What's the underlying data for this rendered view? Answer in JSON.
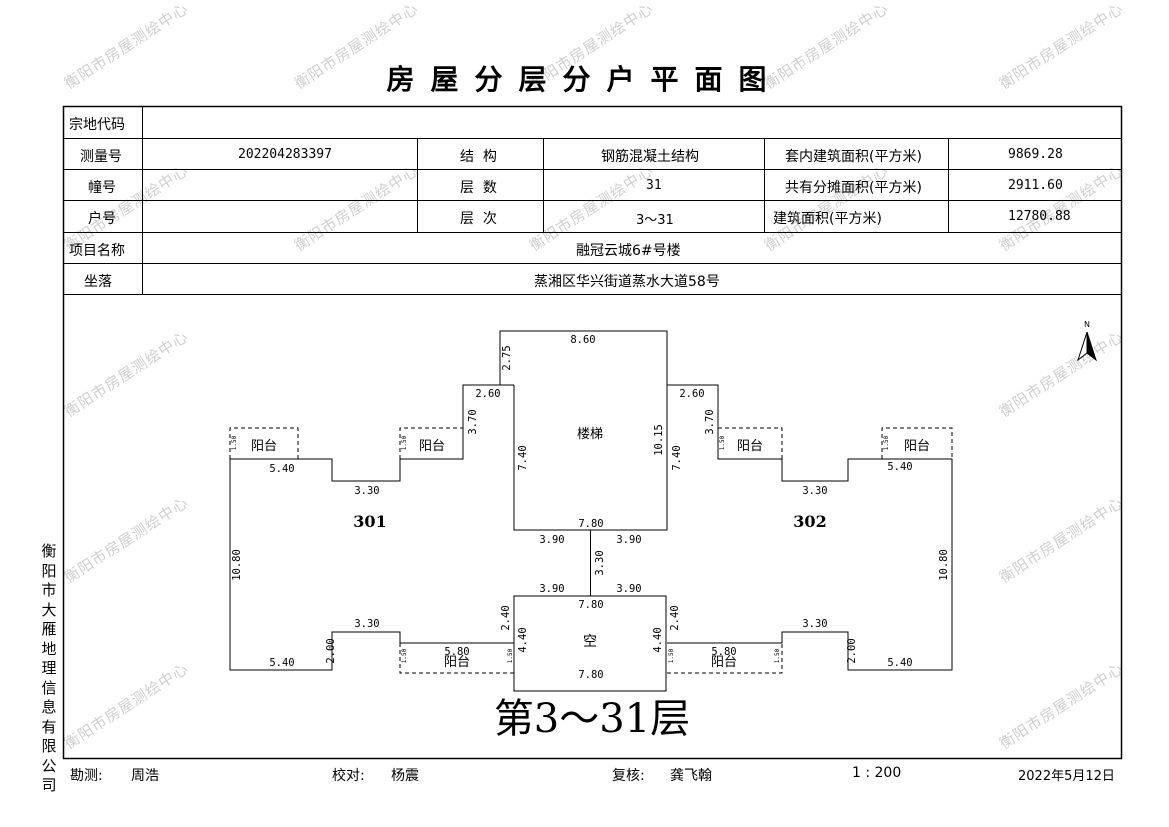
{
  "title": "房屋分层分户平面图",
  "watermark": "衡阳市房屋测绘中心",
  "company": "衡阳市大雁地理信息有限公司",
  "table": {
    "land_code_label": "宗地代码",
    "land_code": "",
    "survey_no_label": "测量号",
    "survey_no": "202204283397",
    "structure_label": "结  构",
    "structure": "钢筋混凝土结构",
    "inner_area_label": "套内建筑面积(平方米)",
    "inner_area": "9869.28",
    "building_label": "幢号",
    "building": "",
    "floors_label": "层  数",
    "floors": "31",
    "shared_area_label": "共有分摊面积(平方米)",
    "shared_area": "2911.60",
    "unit_label": "户号",
    "unit": "",
    "floor_range_label": "层  次",
    "floor_range": "3～31",
    "total_area_label": "建筑面积(平方米)",
    "total_area": "12780.88",
    "project_label": "项目名称",
    "project": "融冠云城6#号楼",
    "location_label": "坐落",
    "location": "蒸湘区华兴街道蒸水大道58号"
  },
  "plan": {
    "north": "N",
    "stair": "楼梯",
    "void": "空",
    "balcony": "阳台",
    "unit_left": "301",
    "unit_right": "302",
    "floor_caption": "第3～31层",
    "dims": {
      "d860": "8.60",
      "d275": "2.75",
      "d260": "2.60",
      "d370": "3.70",
      "d740": "7.40",
      "d1015": "10.15",
      "d780": "7.80",
      "d390": "3.90",
      "d330": "3.30",
      "d540": "5.40",
      "d1080": "10.80",
      "d200": "2.00",
      "d240": "2.40",
      "d440": "4.40",
      "d580": "5.80",
      "d150": "1.50"
    }
  },
  "footer": {
    "survey_label": "勘测:",
    "surveyor": "周浩",
    "check_label": "校对:",
    "checker": "杨震",
    "review_label": "复核:",
    "reviewer": "龚飞翰",
    "scale": "1 : 200",
    "date": "2022年5月12日"
  }
}
